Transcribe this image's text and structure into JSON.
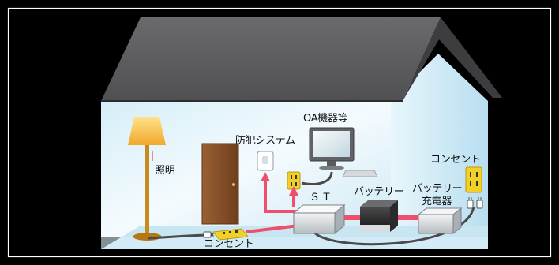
{
  "labels": {
    "lighting": "照明",
    "security": "防犯システム",
    "oa": "OA機器等",
    "outlet_right": "コンセント",
    "st": "ＳＴ",
    "battery": "バッテリー",
    "battery_charger_line1": "バッテリー",
    "battery_charger_line2": "充電器",
    "outlet_bottom": "コンセント"
  },
  "colors": {
    "background": "#000000",
    "frame": "#ffffff",
    "roof": "#5f5f62",
    "wall_light": "#eaf6fb",
    "wall_shade": "#b9dfee",
    "power_line": "#ef4f6e",
    "cable": "#4a4a4a",
    "outlet": "#f2d028",
    "door": "#8a5328",
    "lamp_shade": "#f4c542"
  }
}
